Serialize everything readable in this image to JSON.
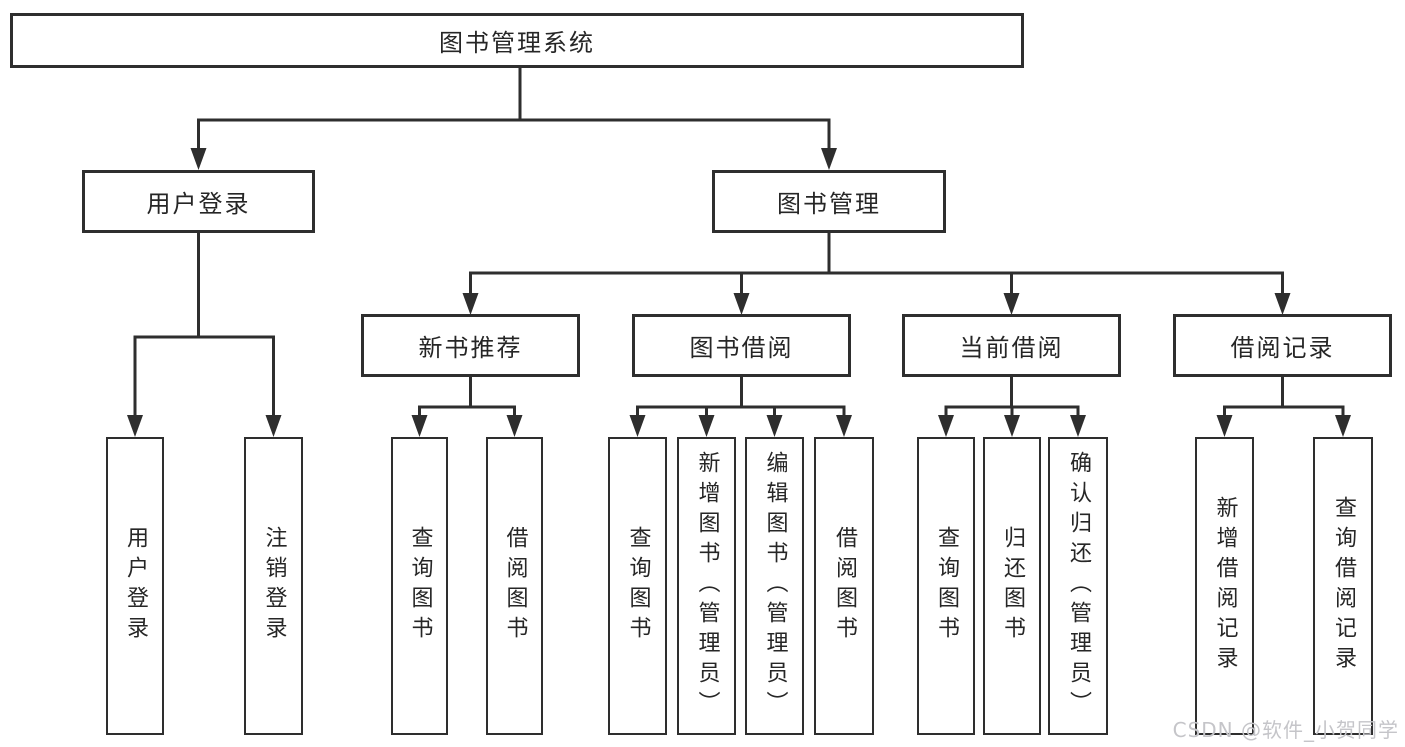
{
  "diagram": {
    "root": {
      "label": "图书管理系统"
    },
    "level2": [
      {
        "label": "用户登录"
      },
      {
        "label": "图书管理"
      }
    ],
    "level3": [
      {
        "label": "新书推荐"
      },
      {
        "label": "图书借阅"
      },
      {
        "label": "当前借阅"
      },
      {
        "label": "借阅记录"
      }
    ],
    "leaves": {
      "user_login": [
        {
          "label": "用户登录"
        },
        {
          "label": "注销登录"
        }
      ],
      "new_book": [
        {
          "label": "查询图书"
        },
        {
          "label": "借阅图书"
        }
      ],
      "borrow": [
        {
          "label": "查询图书"
        },
        {
          "label": "新增图书（管理员）"
        },
        {
          "label": "编辑图书（管理员）"
        },
        {
          "label": "借阅图书"
        }
      ],
      "current": [
        {
          "label": "查询图书"
        },
        {
          "label": "归还图书"
        },
        {
          "label": "确认归还（管理员）"
        }
      ],
      "records": [
        {
          "label": "新增借阅记录"
        },
        {
          "label": "查询借阅记录"
        }
      ]
    }
  },
  "watermark": {
    "text": "CSDN @软件_小贺同学"
  },
  "colors": {
    "line": "#2e2e2e",
    "text": "#262626",
    "box_bg": "#ffffff",
    "background": "#ffffff",
    "watermark": "#c5c5c9"
  }
}
